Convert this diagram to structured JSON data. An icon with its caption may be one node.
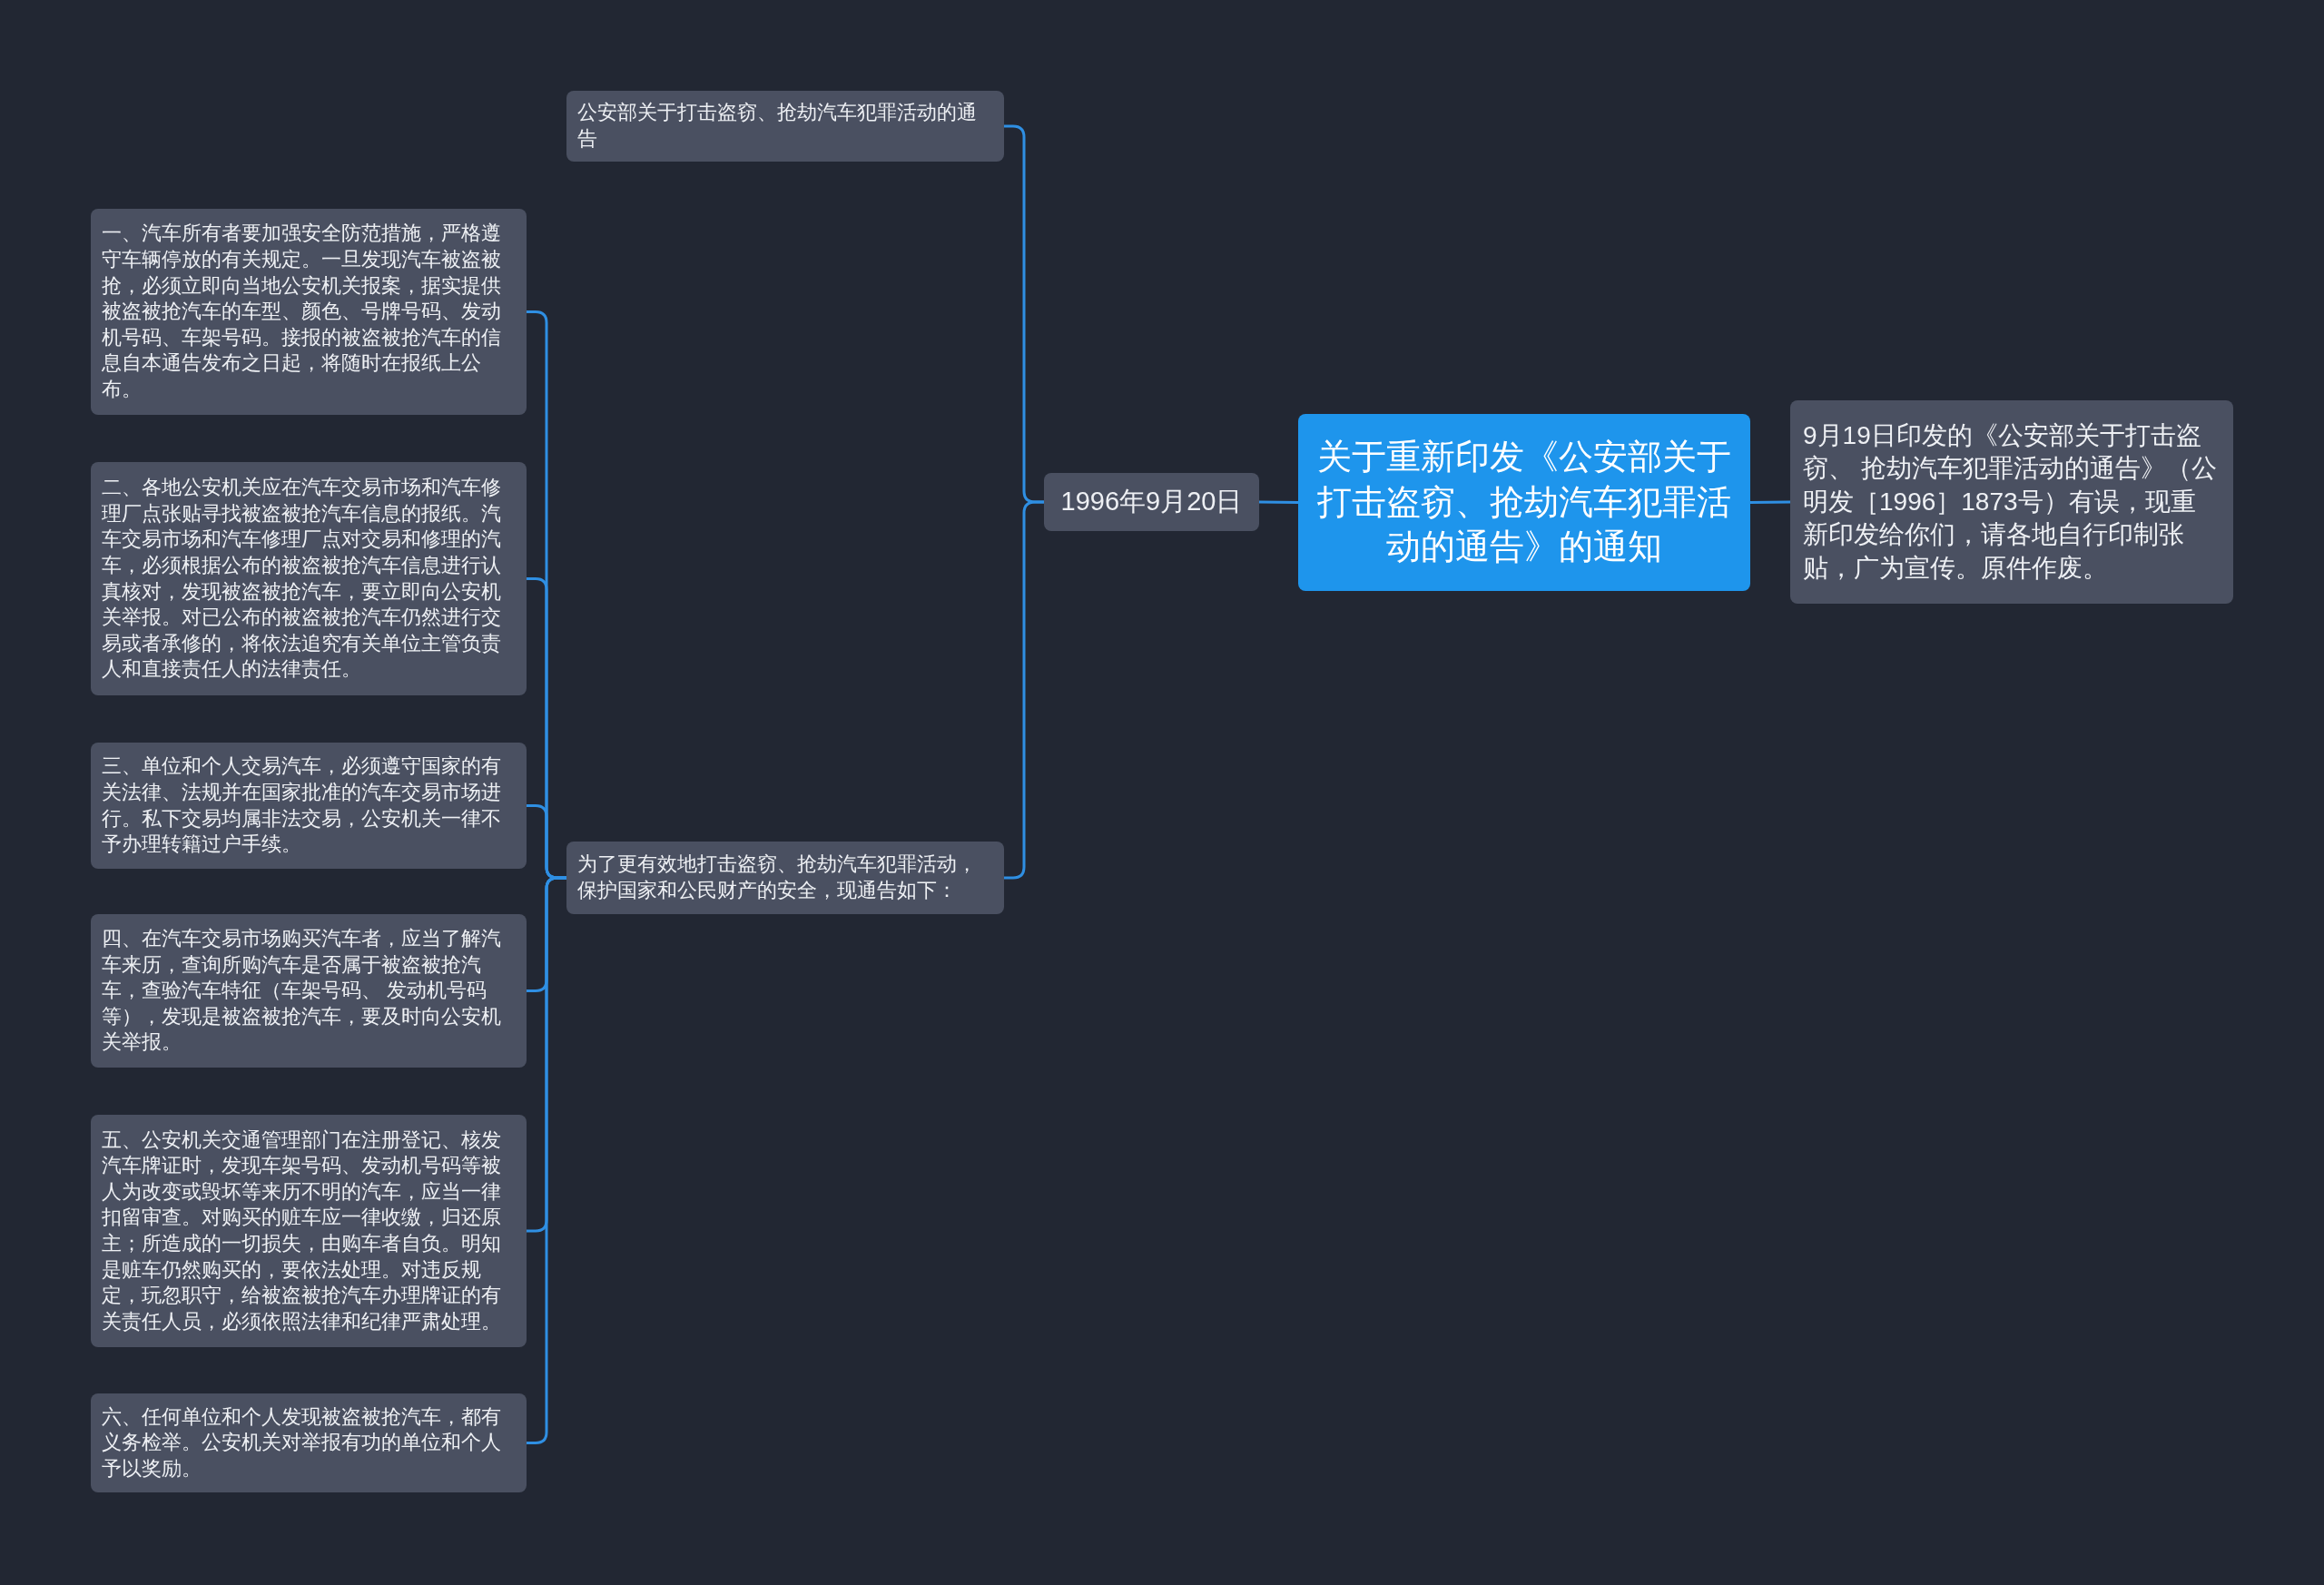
{
  "diagram": {
    "nodes": [
      {
        "text": [
          "关于重新印发《公安部关于打击盗窃、抢劫汽车犯罪活动的通告》的通知"
        ]
      },
      {
        "text": [
          "9月19日印发的《公安部关于打击盗窃、 抢劫汽车犯罪活动的通告》（公明发［1996］1873号）有误，现重新印发给你们，请各地自行印制张贴，广为宣传。原件作废。"
        ]
      },
      {
        "text": [
          "1996年9月20日"
        ]
      },
      {
        "text": [
          "公安部关于打击盗窃、抢劫汽车犯罪活动的通告"
        ]
      },
      {
        "text": [
          "为了更有效地打击盗窃、抢劫汽车犯罪活动，保护国家和公民财产的安全，现通告如下："
        ]
      },
      {
        "text": [
          "一、汽车所有者要加强安全防范措施，严格遵守车辆停放的有关规定。一旦发现汽车被盗被抢，必须立即向当地公安机关报案，据实提供被盗被抢汽车的车型、颜色、号牌号码、发动机号码、车架号码。接报的被盗被抢汽车的信息自本通告发布之日起，将随时在报纸上公布。"
        ]
      },
      {
        "text": [
          "二、各地公安机关应在汽车交易市场和汽车修理厂点张贴寻找被盗被抢汽车信息的报纸。汽车交易市场和汽车修理厂点对交易和修理的汽车，必须根据公布的被盗被抢汽车信息进行认真核对，发现被盗被抢汽车，要立即向公安机关举报。对已公布的被盗被抢汽车仍然进行交易或者承修的，将依法追究有关单位主管负责人和直接责任人的法律责任。"
        ]
      },
      {
        "text": [
          "三、单位和个人交易汽车，必须遵守国家的有关法律、法规并在国家批准的汽车交易市场进行。私下交易均属非法交易，公安机关一律不予办理转籍过户手续。"
        ]
      },
      {
        "text": [
          "四、在汽车交易市场购买汽车者，应当了解汽车来历，查询所购汽车是否属于被盗被抢汽车，查验汽车特征（车架号码、 发动机号码等），发现是被盗被抢汽车，要及时向公安机关举报。"
        ]
      },
      {
        "text": [
          "五、公安机关交通管理部门在注册登记、核发汽车牌证时，发现车架号码、发动机号码等被人为改变或毁坏等来历不明的汽车，应当一律扣留审查。对购买的赃车应一律收缴，归还原主；所造成的一切损失，由购车者自负。明知是赃车仍然购买的，要依法处理。对违反规定，玩忽职守，给被盗被抢汽车办理牌证的有关责任人员，必须依照法律和纪律严肃处理。"
        ]
      },
      {
        "text": [
          "六、任何单位和个人发现被盗被抢汽车，都有义务检举。公安机关对举报有功的单位和个人予以奖励。"
        ]
      }
    ],
    "edges": [
      {
        "from": 0,
        "to": 1,
        "arrow": "none"
      },
      {
        "from": 0,
        "to": 2,
        "arrow": "none"
      },
      {
        "from": 2,
        "to": 3,
        "arrow": "none"
      },
      {
        "from": 2,
        "to": 4,
        "arrow": "none"
      },
      {
        "from": 4,
        "to": 5,
        "arrow": "none"
      },
      {
        "from": 4,
        "to": 6,
        "arrow": "none"
      },
      {
        "from": 4,
        "to": 7,
        "arrow": "none"
      },
      {
        "from": 4,
        "to": 8,
        "arrow": "none"
      },
      {
        "from": 4,
        "to": 9,
        "arrow": "none"
      },
      {
        "from": 4,
        "to": 10,
        "arrow": "none"
      }
    ]
  }
}
